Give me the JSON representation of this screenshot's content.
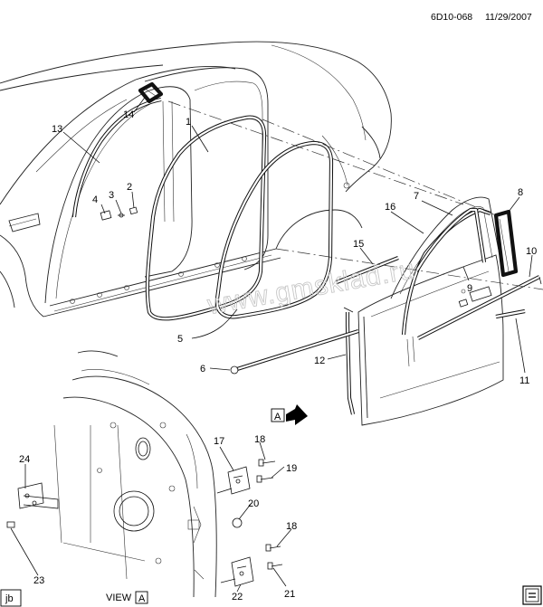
{
  "header": {
    "code": "6D10-068",
    "date": "11/29/2007"
  },
  "watermark": "www.gmsklad.ru",
  "view_marker": {
    "letter": "A"
  },
  "view_caption": {
    "text": "VIEW",
    "letter": "A"
  },
  "corner_tag": "jb",
  "callouts": [
    {
      "id": "c1",
      "label": "1"
    },
    {
      "id": "c2",
      "label": "2"
    },
    {
      "id": "c3",
      "label": "3"
    },
    {
      "id": "c4",
      "label": "4"
    },
    {
      "id": "c5",
      "label": "5"
    },
    {
      "id": "c6",
      "label": "6"
    },
    {
      "id": "c7",
      "label": "7"
    },
    {
      "id": "c8",
      "label": "8"
    },
    {
      "id": "c9",
      "label": "9"
    },
    {
      "id": "c10",
      "label": "10"
    },
    {
      "id": "c11",
      "label": "11"
    },
    {
      "id": "c12",
      "label": "12"
    },
    {
      "id": "c13",
      "label": "13"
    },
    {
      "id": "c14",
      "label": "14"
    },
    {
      "id": "c15",
      "label": "15"
    },
    {
      "id": "c16",
      "label": "16"
    },
    {
      "id": "c17",
      "label": "17"
    },
    {
      "id": "c18a",
      "label": "18"
    },
    {
      "id": "c18b",
      "label": "18"
    },
    {
      "id": "c19",
      "label": "19"
    },
    {
      "id": "c20",
      "label": "20"
    },
    {
      "id": "c21",
      "label": "21"
    },
    {
      "id": "c22",
      "label": "22"
    },
    {
      "id": "c23",
      "label": "23"
    },
    {
      "id": "c24",
      "label": "24"
    }
  ]
}
